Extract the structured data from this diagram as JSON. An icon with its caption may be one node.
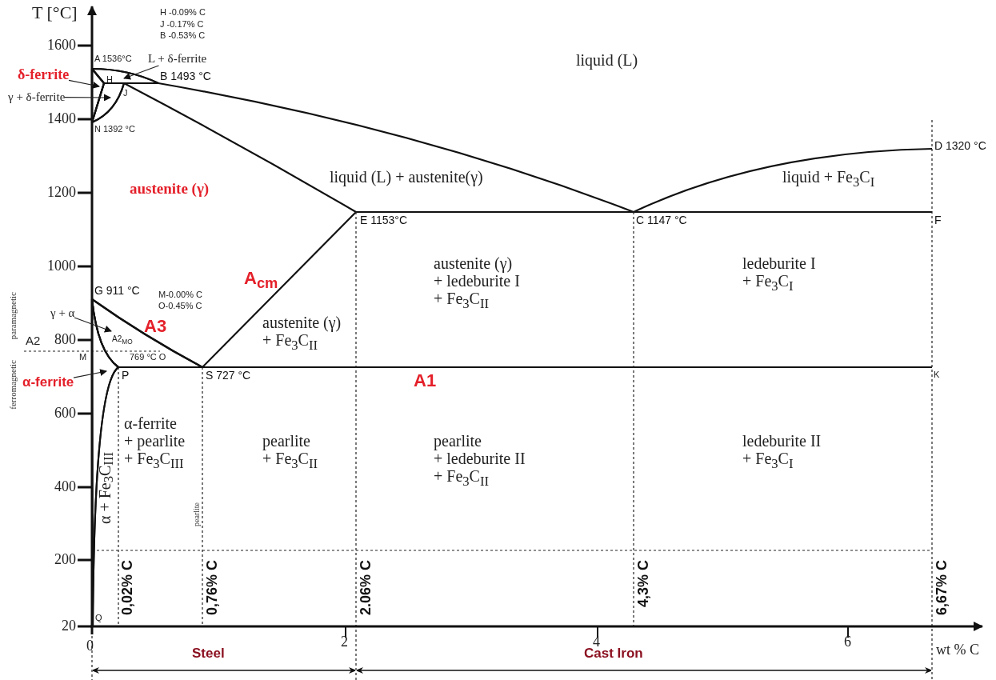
{
  "diagram": {
    "nodes": [
      {
        "text": [
          "L + δ-ferrite"
        ]
      },
      {
        "text": [
          "δ-ferrite"
        ]
      },
      {
        "text": [
          "γ + δ-ferrite"
        ]
      },
      {
        "text": [
          "γ + α"
        ]
      },
      {
        "text": [
          "α-ferrite"
        ]
      },
      {
        "text": [],
        "shape": "area"
      },
      {
        "text": [],
        "shape": "area"
      },
      {
        "text": [],
        "shape": "area"
      },
      {
        "text": [],
        "shape": "area"
      },
      {
        "text": [],
        "shape": "area"
      }
    ],
    "edges": [
      {
        "from": 0,
        "to": 5,
        "arrow": "to"
      },
      {
        "from": 1,
        "to": 6,
        "arrow": "to"
      },
      {
        "from": 2,
        "to": 7,
        "arrow": "to"
      },
      {
        "from": 3,
        "to": 8,
        "arrow": "to"
      },
      {
        "from": 4,
        "to": 9,
        "arrow": "to"
      }
    ],
    "labels": [
      "T [°C]",
      "H -0.09% C",
      "J -0.17% C",
      "B -0.53% C",
      "1600",
      "A 1536°C",
      "liquid (L)",
      "H",
      "B 1493 °C",
      "J",
      "1400",
      "N 1392 °C",
      "D 1320 °C",
      "1200",
      "austenite (γ)",
      "liquid (L) + austenite(γ)",
      "liquid + Fe$_{3}$C$_{I}$",
      "E 1153°C",
      "C 1147 °C",
      "F",
      "1000",
      "austenite (γ) + ledeburite I + Fe$_{3}$C$_{II}$",
      "ledeburite I + Fe$_{3}$C$_{I}$",
      "A$_{cm}$",
      "G 911 °C",
      "M-0.00% C",
      "O-0.45% C",
      "paramagnetic",
      "A3",
      "austenite (γ) + Fe$_{3}$C$_{II}$",
      "A2",
      "800",
      "A2$_{MO}$",
      "M",
      "769 °C O",
      "P",
      "S 727 °C",
      "A1",
      "K",
      "ferromagnetic",
      "600",
      "α-ferrite + pearlite + Fe$_{3}$C$_{III}$",
      "pearlite + Fe$_{3}$C$_{II}$",
      "pearlite + ledeburite II + Fe$_{3}$C$_{II}$",
      "ledeburite II + Fe$_{3}$C$_{I}$",
      "400",
      "α + Fe$_{3}$C$_{III}$",
      "pearlite",
      "200",
      "0,02% C",
      "0,76% C",
      "2.06% C",
      "4,3% C",
      "6,67% C",
      "Q",
      "20",
      "0",
      "Steel",
      "2",
      "Cast Iron",
      "4",
      "6",
      "wt % C"
    ]
  }
}
